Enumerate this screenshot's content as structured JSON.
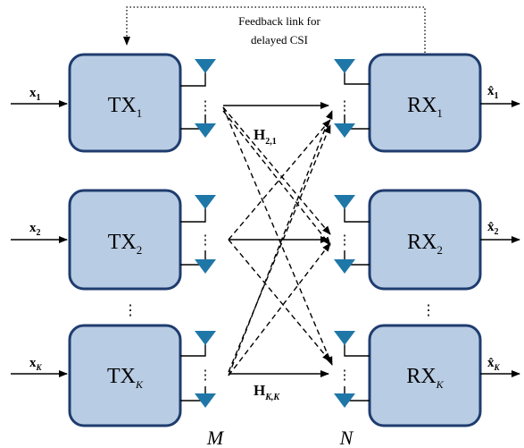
{
  "feedback": {
    "line1": "Feedback link for",
    "line2": "delayed CSI"
  },
  "transmitters": [
    {
      "main": "TX",
      "sub": "1",
      "input_main": "x",
      "input_sub": "1"
    },
    {
      "main": "TX",
      "sub": "2",
      "input_main": "x",
      "input_sub": "2"
    },
    {
      "main": "TX",
      "sub": "K",
      "input_main": "x",
      "input_sub": "K"
    }
  ],
  "receivers": [
    {
      "main": "RX",
      "sub": "1",
      "output_main": "x̂",
      "output_sub": "1"
    },
    {
      "main": "RX",
      "sub": "2",
      "output_main": "x̂",
      "output_sub": "2"
    },
    {
      "main": "RX",
      "sub": "K",
      "output_main": "x̂",
      "output_sub": "K"
    }
  ],
  "channels": {
    "h21_main": "H",
    "h21_sub": "2,1",
    "hkk_main": "H",
    "hkk_sub": "K,K"
  },
  "antenna_counts": {
    "tx": "M",
    "rx": "N"
  },
  "ellipsis": "⋮",
  "colors": {
    "box_fill": "#b8cce4",
    "box_stroke": "#1f3c6e",
    "antenna": "#1f77a8"
  }
}
